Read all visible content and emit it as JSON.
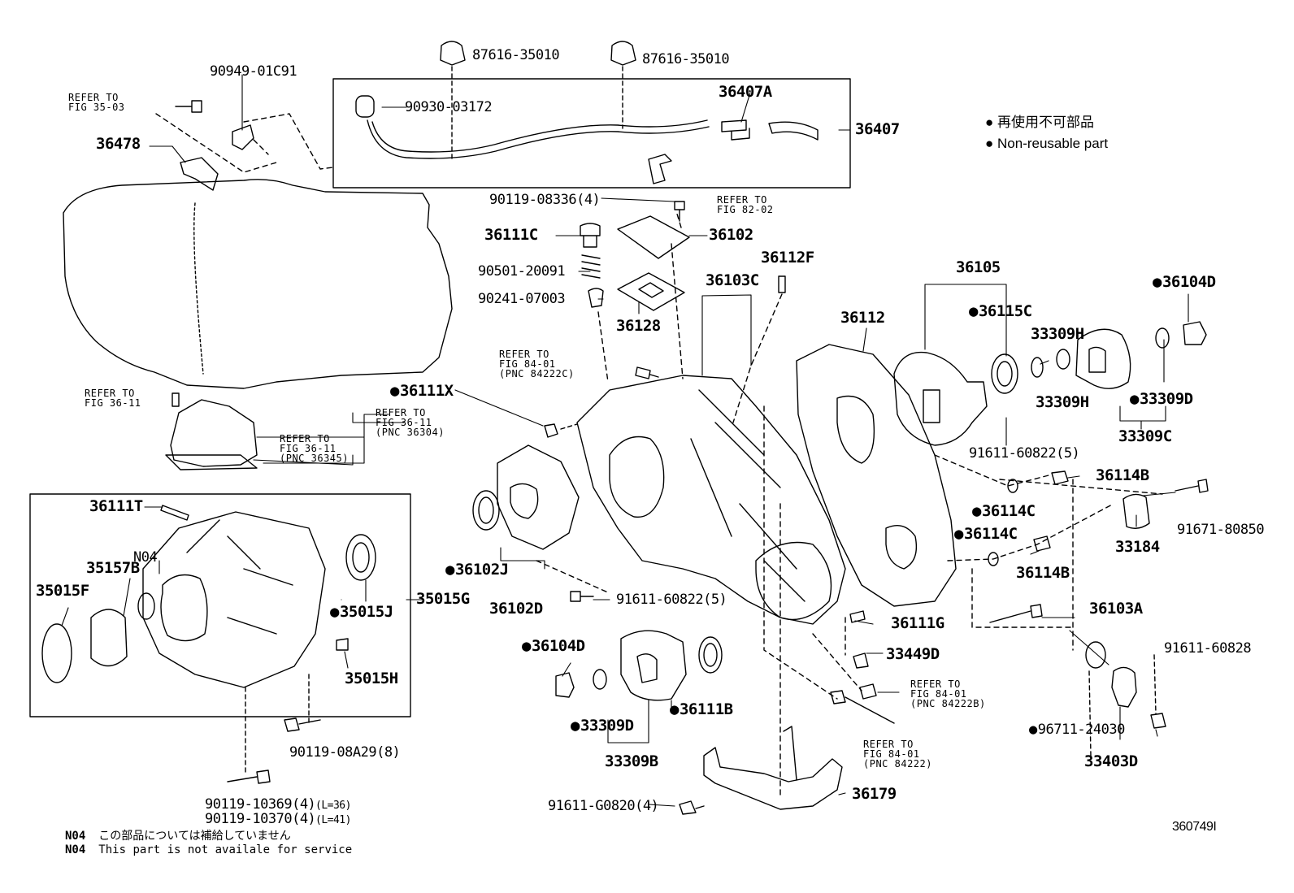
{
  "parts": {
    "p87616_a": "87616-35010",
    "p87616_b": "87616-35010",
    "p90949": "90949-01C91",
    "p90930": "90930-03172",
    "p36407A": "36407A",
    "p36407": "36407",
    "p36478": "36478",
    "p90119_08336": "90119-08336(4)",
    "p36111C": "36111C",
    "p36102": "36102",
    "p90501": "90501-20091",
    "p90241": "90241-07003",
    "p36128": "36128",
    "p36112F": "36112F",
    "p36103C": "36103C",
    "p36112": "36112",
    "p36105": "36105",
    "p36104D_top": "36104D",
    "p36115C": "36115C",
    "p33309H_a": "33309H",
    "p33309H_b": "33309H",
    "p33309D_right": "33309D",
    "p33309C": "33309C",
    "p36111X": "36111X",
    "p91611_60822_a": "91611-60822(5)",
    "p36114B_a": "36114B",
    "p36114C_a": "36114C",
    "p36114C_b": "36114C",
    "p36114B_b": "36114B",
    "p33184": "33184",
    "p91671": "91671-80850",
    "p36102J": "36102J",
    "p36102D": "36102D",
    "p91611_60822_b": "91611-60822(5)",
    "p36111G": "36111G",
    "p36103A": "36103A",
    "p36104D_bot": "36104D",
    "p33449D": "33449D",
    "p91611_60828": "91611-60828",
    "p33309D_bot": "33309D",
    "p33309B": "33309B",
    "p36111B": "36111B",
    "p96711": "96711-24030",
    "p33403D": "33403D",
    "p36111T": "36111T",
    "pN04": "N04",
    "p35157B": "35157B",
    "p35015F": "35015F",
    "p35015J": "35015J",
    "p35015G": "35015G",
    "p35015H": "35015H",
    "p90119_08A29": "90119-08A29(8)",
    "p90119_10369": "90119-10369(4)",
    "p90119_10370": "90119-10370(4)",
    "l36": "(L=36)",
    "l41": "(L=41)",
    "p91611_G0820": "91611-G0820(4)",
    "p36179": "36179"
  },
  "refs": {
    "r35_03": [
      "REFER TO",
      "FIG 35-03"
    ],
    "r82_02": [
      "REFER TO",
      "FIG 82-02"
    ],
    "r84_01_c": [
      "REFER TO",
      "FIG 84-01",
      "(PNC 84222C)"
    ],
    "r36_11_a": [
      "REFER TO",
      "FIG 36-11"
    ],
    "r36_11_b": [
      "REFER TO",
      "FIG 36-11",
      "(PNC 36304)"
    ],
    "r36_11_c": [
      "REFER TO",
      "FIG 36-11",
      "(PNC 36345)"
    ],
    "r84_01_b": [
      "REFER TO",
      "FIG 84-01",
      "(PNC 84222B)"
    ],
    "r84_01": [
      "REFER TO",
      "FIG 84-01",
      "(PNC 84222)"
    ]
  },
  "legend": {
    "jp": "再使用不可部品",
    "en": "Non-reusable part"
  },
  "notes": {
    "code1": "N04",
    "text_jp": "この部品については補給していません",
    "code2": "N04",
    "text_en": "This part is not availale for service"
  },
  "figure_id": "360749I"
}
